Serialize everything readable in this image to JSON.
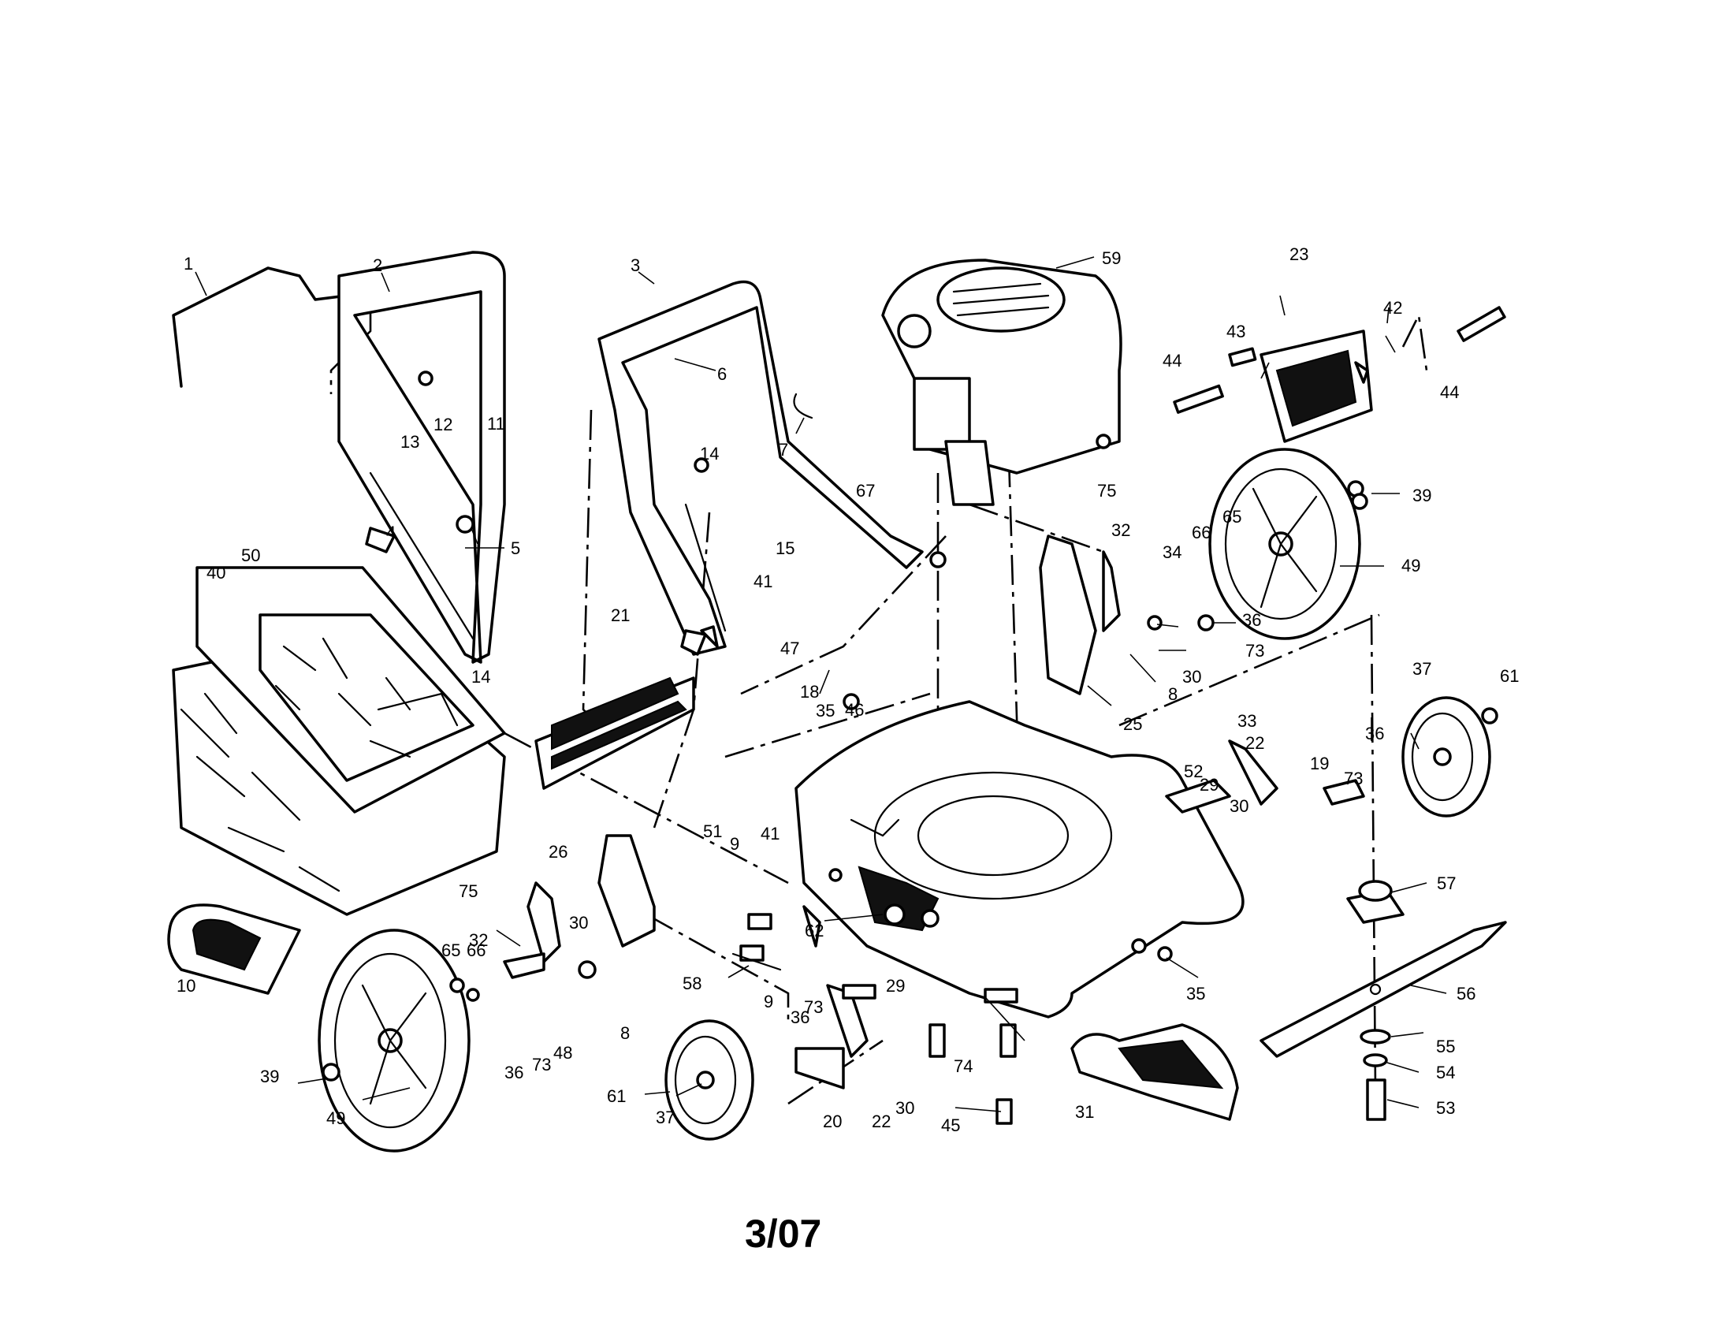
{
  "footer": {
    "date_code": "3/07"
  },
  "callouts": [
    "1",
    "2",
    "3",
    "4",
    "5",
    "6",
    "7",
    "8",
    "8",
    "9",
    "9",
    "10",
    "11",
    "12",
    "13",
    "14",
    "14",
    "15",
    "18",
    "19",
    "20",
    "21",
    "22",
    "22",
    "23",
    "25",
    "26",
    "29",
    "29",
    "30",
    "30",
    "30",
    "30",
    "31",
    "32",
    "32",
    "33",
    "34",
    "35",
    "35",
    "36",
    "36",
    "36",
    "36",
    "37",
    "37",
    "39",
    "39",
    "40",
    "41",
    "41",
    "42",
    "43",
    "44",
    "44",
    "45",
    "46",
    "47",
    "48",
    "49",
    "49",
    "50",
    "51",
    "52",
    "53",
    "54",
    "55",
    "56",
    "57",
    "58",
    "59",
    "61",
    "61",
    "62",
    "65",
    "65",
    "66",
    "66",
    "67",
    "73",
    "73",
    "73",
    "73",
    "74",
    "75",
    "75"
  ]
}
